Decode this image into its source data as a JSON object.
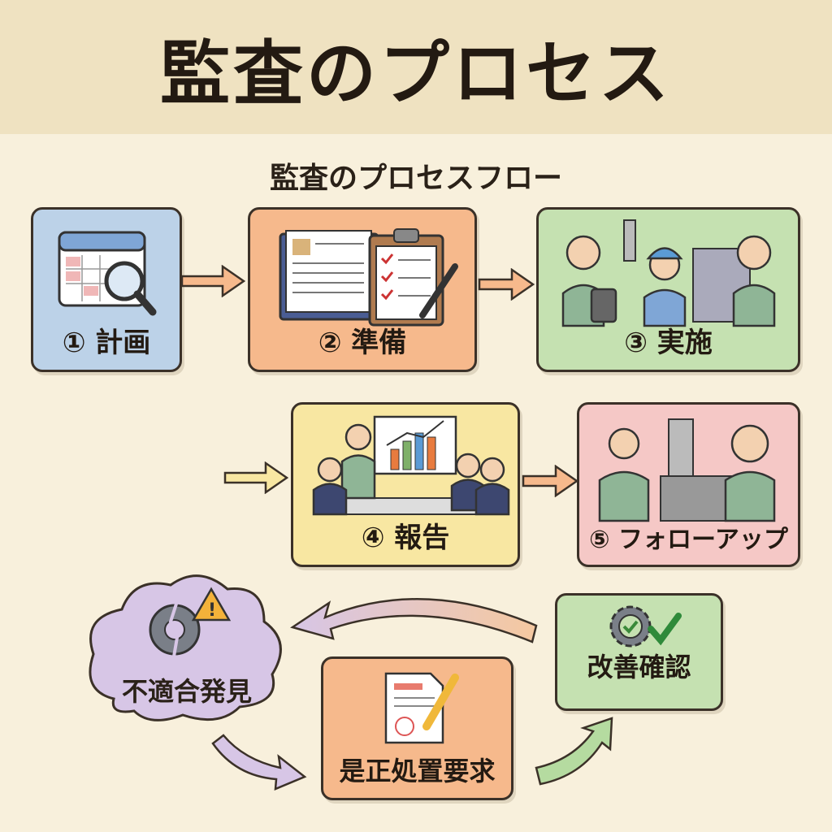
{
  "header": {
    "title": "監査のプロセス"
  },
  "subtitle": "監査のプロセスフロー",
  "steps": [
    {
      "label": "① 計画",
      "color": "#bcd2e8"
    },
    {
      "label": "② 準備",
      "color": "#f6b98c"
    },
    {
      "label": "③ 実施",
      "color": "#c5e1b1"
    },
    {
      "label": "④ 報告",
      "color": "#f8e7a2"
    },
    {
      "label": "⑤ フォローアップ",
      "color": "#f5c8c6"
    }
  ],
  "cycle": [
    {
      "label": "不適合発見",
      "color": "#d7c6e6"
    },
    {
      "label": "是正処置要求",
      "color": "#f6b98c"
    },
    {
      "label": "改善確認",
      "color": "#c5e1b1"
    }
  ]
}
